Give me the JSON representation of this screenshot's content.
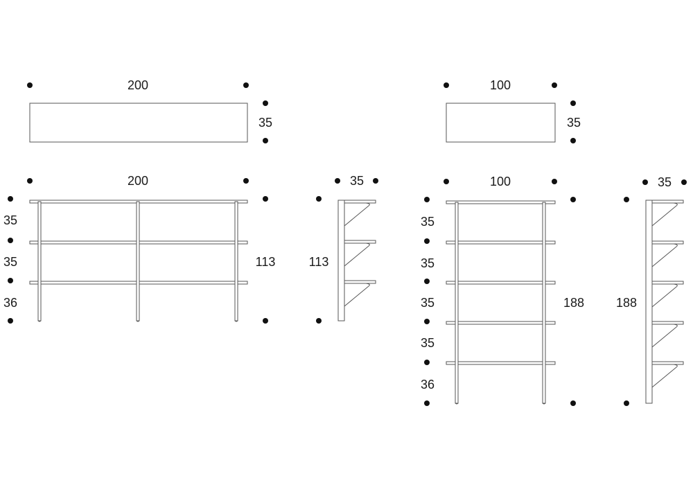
{
  "top_view_200": {
    "width": "200",
    "depth": "35"
  },
  "top_view_100": {
    "width": "100",
    "depth": "35"
  },
  "front_view_200": {
    "width": "200",
    "height": "113",
    "spacings": [
      "35",
      "35",
      "36"
    ]
  },
  "side_view_113": {
    "depth": "35",
    "height": "113"
  },
  "front_view_100": {
    "width": "100",
    "height": "188",
    "spacings": [
      "35",
      "35",
      "35",
      "35",
      "36"
    ]
  },
  "side_view_188": {
    "depth": "35",
    "height": "188"
  }
}
